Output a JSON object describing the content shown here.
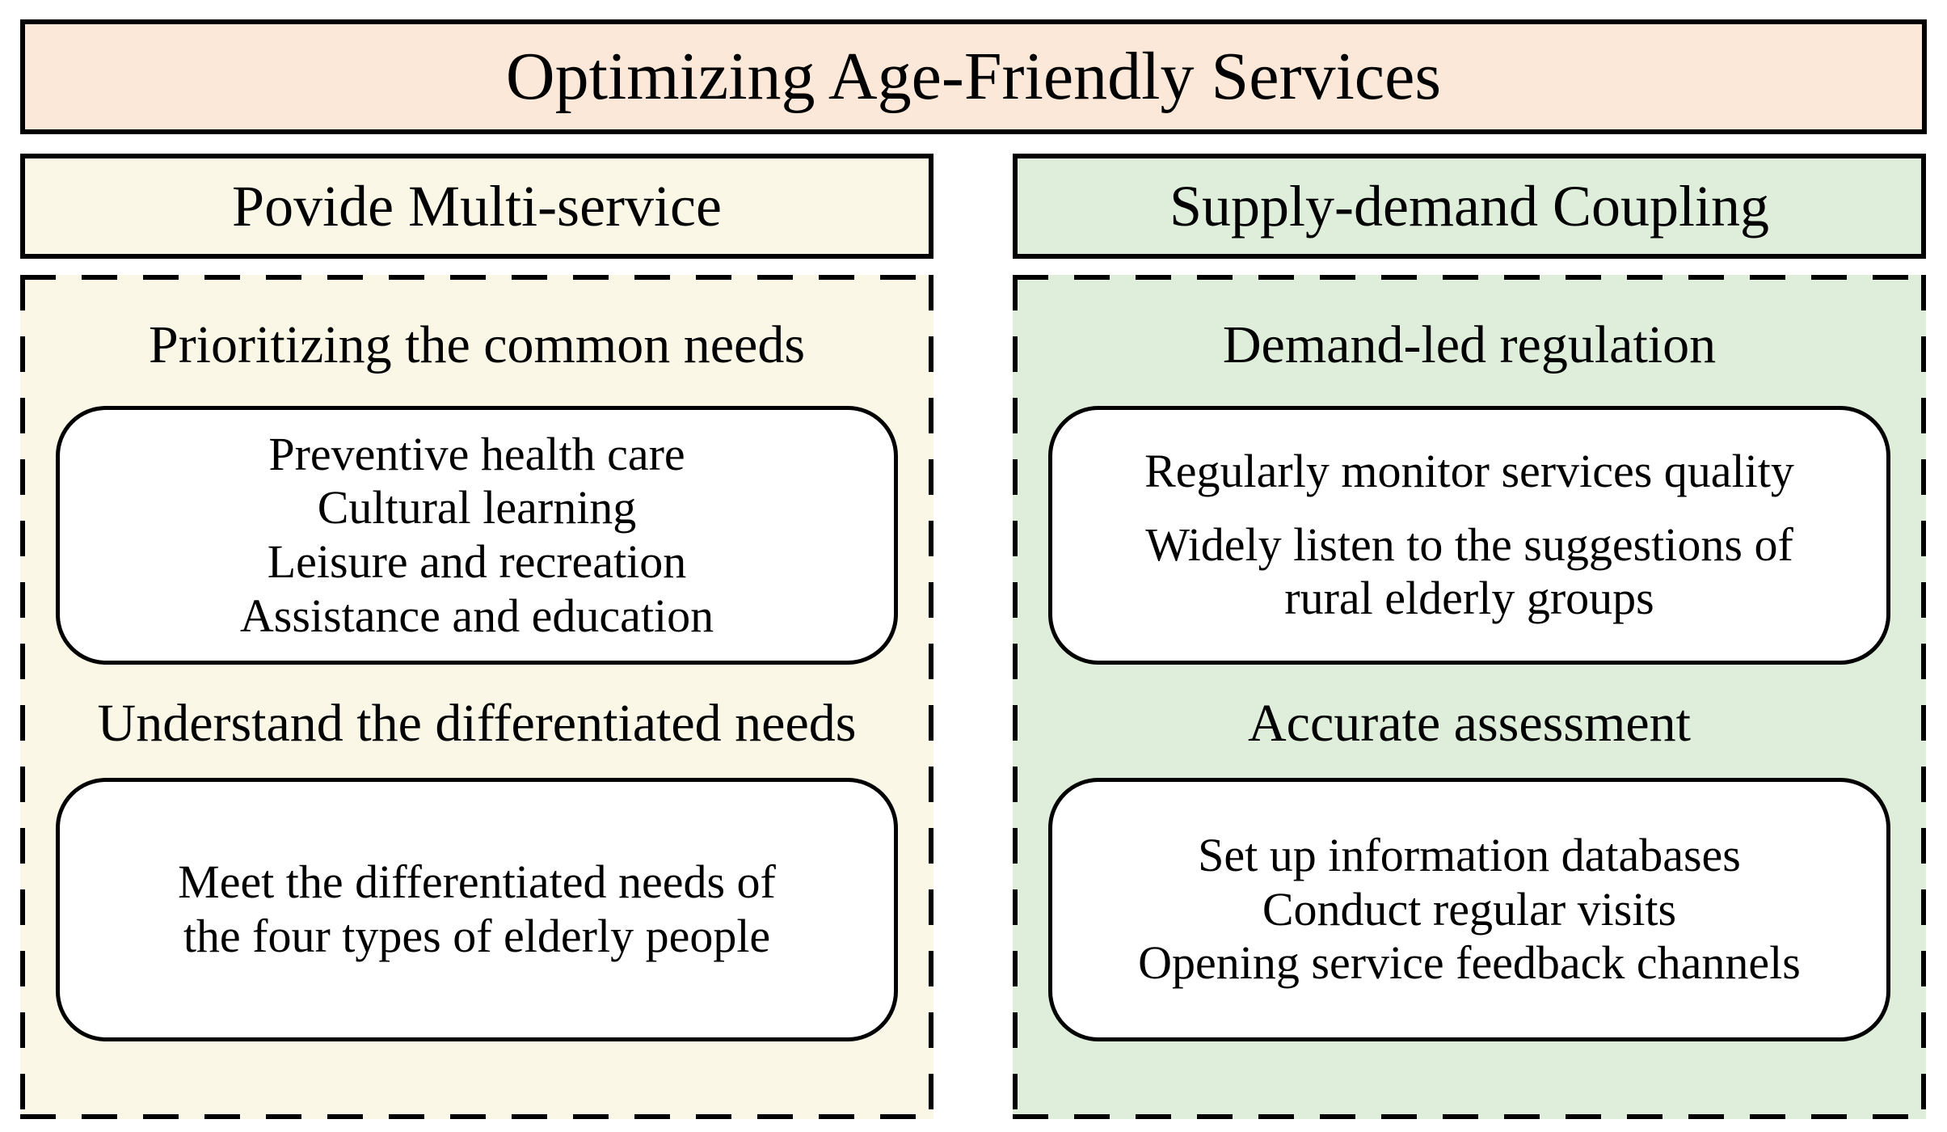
{
  "title": "Optimizing Age-Friendly Services",
  "colors": {
    "banner_bg": "#fce8d9",
    "left_bg": "#faf7e7",
    "right_bg": "#deeeda",
    "box_bg": "#ffffff",
    "line": "#000000"
  },
  "left_column": {
    "header": "Povide Multi-service",
    "sections": [
      {
        "heading": "Prioritizing the common needs",
        "items": [
          "Preventive health care",
          "Cultural learning",
          "Leisure and recreation",
          "Assistance and education"
        ]
      },
      {
        "heading": "Understand the differentiated needs",
        "items": [
          "Meet the differentiated needs of\nthe four types of elderly people"
        ]
      }
    ]
  },
  "right_column": {
    "header": "Supply-demand Coupling",
    "sections": [
      {
        "heading": "Demand-led regulation",
        "items": [
          "Regularly monitor services quality",
          "Widely listen to the suggestions of\nrural elderly groups"
        ]
      },
      {
        "heading": "Accurate assessment",
        "items": [
          "Set up information databases",
          "Conduct regular visits",
          "Opening service feedback channels"
        ]
      }
    ]
  }
}
